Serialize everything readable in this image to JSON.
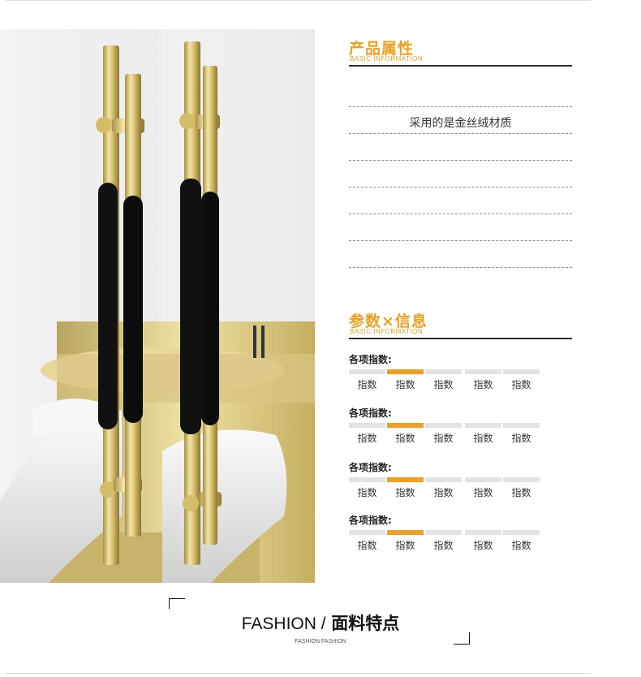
{
  "product_info": {
    "title": "产品属性",
    "subtitle": "BASIC INFORMATION",
    "lines": [
      "",
      "采用的是金丝绒材质",
      "",
      "",
      "",
      "",
      ""
    ]
  },
  "params": {
    "title": "参数×信息",
    "subtitle": "BASIC INFORMATION",
    "rows": [
      {
        "label": "各项指数:",
        "level": 2,
        "options": [
          "指数",
          "指数",
          "指数",
          "指数",
          "指数"
        ]
      },
      {
        "label": "各项指数:",
        "level": 2,
        "options": [
          "指数",
          "指数",
          "指数",
          "指数",
          "指数"
        ]
      },
      {
        "label": "各项指数:",
        "level": 2,
        "options": [
          "指数",
          "指数",
          "指数",
          "指数",
          "指数"
        ]
      },
      {
        "label": "各项指数:",
        "level": 2,
        "options": [
          "指数",
          "指数",
          "指数",
          "指数",
          "指数"
        ]
      }
    ]
  },
  "footer": {
    "title_en": "FASHION /",
    "title_cn": "面料特点",
    "subtitle": "FASHION FASHION"
  },
  "colors": {
    "accent": "#f0a020",
    "gold": "#d8c170",
    "handle_black": "#111111"
  }
}
